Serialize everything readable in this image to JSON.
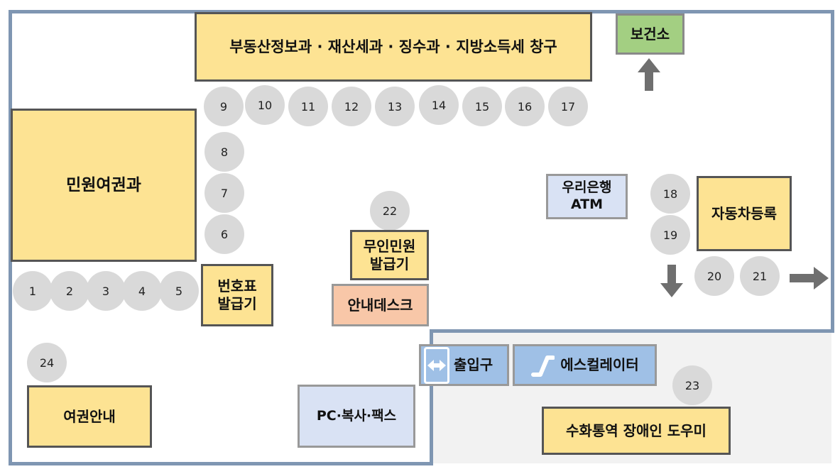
{
  "rooms": {
    "tax_counter": "부동산정보과 · 재산세과 · 징수과 · 지방소득세 창구",
    "health_center": "보건소",
    "civil_passport": "민원여권과",
    "bank_atm_line1": "우리은행",
    "bank_atm_line2": "ATM",
    "car_registration": "자동차등록",
    "kiosk_line1": "무인민원",
    "kiosk_line2": "발급기",
    "ticket_line1": "번호표",
    "ticket_line2": "발급기",
    "info_desk": "안내데스크",
    "entrance": "출입구",
    "escalator": "에스컬레이터",
    "passport_info": "여권안내",
    "pc_copy_fax": "PC·복사·팩스",
    "sign_language": "수화통역 장애인 도우미"
  },
  "counters": {
    "c1": "1",
    "c2": "2",
    "c3": "3",
    "c4": "4",
    "c5": "5",
    "c6": "6",
    "c7": "7",
    "c8": "8",
    "c9": "9",
    "c10": "10",
    "c11": "11",
    "c12": "12",
    "c13": "13",
    "c14": "14",
    "c15": "15",
    "c16": "16",
    "c17": "17",
    "c18": "18",
    "c19": "19",
    "c20": "20",
    "c21": "21",
    "c22": "22",
    "c23": "23",
    "c24": "24"
  },
  "colors": {
    "counter_box": "#fde393",
    "health_center": "#a3cf82",
    "info_desk": "#f8c7a8",
    "service_blue": "#9fc0e6",
    "wall": "#7f96b2",
    "counter_circle": "#d9d9d9"
  },
  "icons": {
    "up_arrow": "up-arrow-icon",
    "down_arrow": "down-arrow-icon",
    "right_arrow": "right-arrow-icon",
    "entrance": "bidirectional-arrow-icon",
    "escalator": "escalator-icon"
  }
}
